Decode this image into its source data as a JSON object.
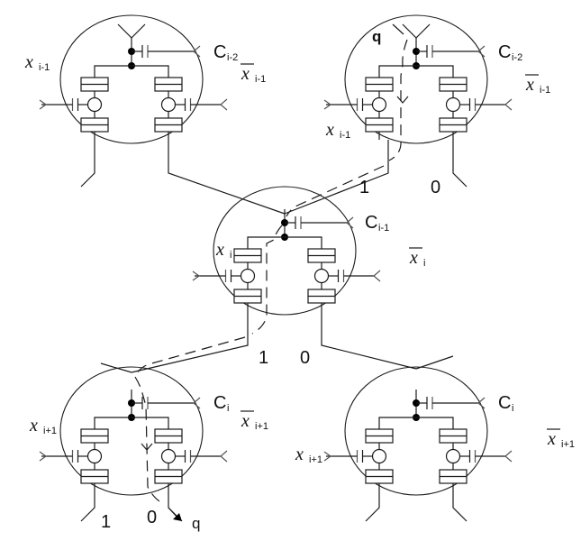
{
  "title": "Decision-diagram chain of cells C_{i-2}, C_{i-1}, C_i with path q",
  "cells": [
    {
      "id": "cell-top-left",
      "name": "C",
      "sub": "i-2",
      "input_left": {
        "var": "x",
        "sub": "i-1",
        "negated": false
      },
      "input_right": {
        "var": "x",
        "sub": "i-1",
        "negated": true
      }
    },
    {
      "id": "cell-top-right",
      "name": "C",
      "sub": "i-2",
      "input_left": {
        "var": "x",
        "sub": "i-1",
        "negated": false
      },
      "input_right": {
        "var": "x",
        "sub": "i-1",
        "negated": true
      }
    },
    {
      "id": "cell-middle",
      "name": "C",
      "sub": "i-1",
      "input_left": {
        "var": "x",
        "sub": "i",
        "negated": false
      },
      "input_right": {
        "var": "x",
        "sub": "i",
        "negated": true
      }
    },
    {
      "id": "cell-bottom-left",
      "name": "C",
      "sub": "i",
      "input_left": {
        "var": "x",
        "sub": "i+1",
        "negated": false
      },
      "input_right": {
        "var": "x",
        "sub": "i+1",
        "negated": true
      }
    },
    {
      "id": "cell-bottom-right",
      "name": "C",
      "sub": "i",
      "input_left": {
        "var": "x",
        "sub": "i+1",
        "negated": false
      },
      "input_right": {
        "var": "x",
        "sub": "i+1",
        "negated": true
      }
    }
  ],
  "branch_labels": {
    "top_right_one": "1",
    "top_right_zero": "0",
    "middle_one": "1",
    "middle_zero": "0",
    "bottom_left_one": "1",
    "bottom_left_zero": "0"
  },
  "path": {
    "start_label": "q",
    "end_label": "q"
  },
  "connections": [
    {
      "from": "cell-top-left",
      "branch": "right-output",
      "to": "cell-middle"
    },
    {
      "from": "cell-top-right",
      "branch": "1",
      "to": "cell-middle"
    },
    {
      "from": "cell-middle",
      "branch": "1",
      "to": "cell-bottom-left"
    },
    {
      "from": "cell-middle",
      "branch": "0",
      "to": "cell-bottom-right"
    }
  ]
}
